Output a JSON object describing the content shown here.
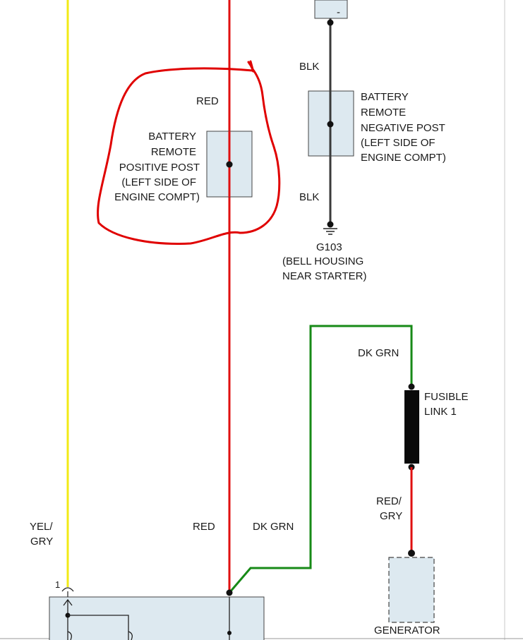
{
  "wires": {
    "yellow_gray": {
      "label_line1": "YEL/",
      "label_line2": "GRY",
      "color": "#f2ea16"
    },
    "red_main": {
      "label_top": "RED",
      "label_bottom": "RED",
      "color": "#e01010"
    },
    "black": {
      "label_top": "BLK",
      "label_bottom": "BLK",
      "color": "#3a3a3a"
    },
    "dark_green": {
      "label_top": "DK GRN",
      "label_bottom": "DK GRN",
      "color": "#178a17"
    },
    "red_gray": {
      "label_line1": "RED/",
      "label_line2": "GRY",
      "color": "#e01010"
    }
  },
  "components": {
    "positive_post": {
      "lines": [
        "BATTERY",
        "REMOTE",
        "POSITIVE POST",
        "(LEFT SIDE OF",
        "ENGINE COMPT)"
      ],
      "fill": "#dde9f0"
    },
    "negative_post": {
      "lines": [
        "BATTERY",
        "REMOTE",
        "NEGATIVE POST",
        "(LEFT SIDE OF",
        "ENGINE COMPT)"
      ],
      "fill": "#dde9f0"
    },
    "ground": {
      "id": "G103",
      "lines": [
        "(BELL HOUSING",
        "NEAR STARTER)"
      ]
    },
    "fusible_link": {
      "lines": [
        "FUSIBLE",
        "LINK 1"
      ]
    },
    "generator": {
      "label": "GENERATOR"
    },
    "bottom_connector": {
      "pin_label": "1"
    },
    "top_terminal": {
      "symbol": "-"
    }
  },
  "annotation": {
    "color": "#e00000",
    "meaning": "hand-drawn circle around positive post"
  }
}
